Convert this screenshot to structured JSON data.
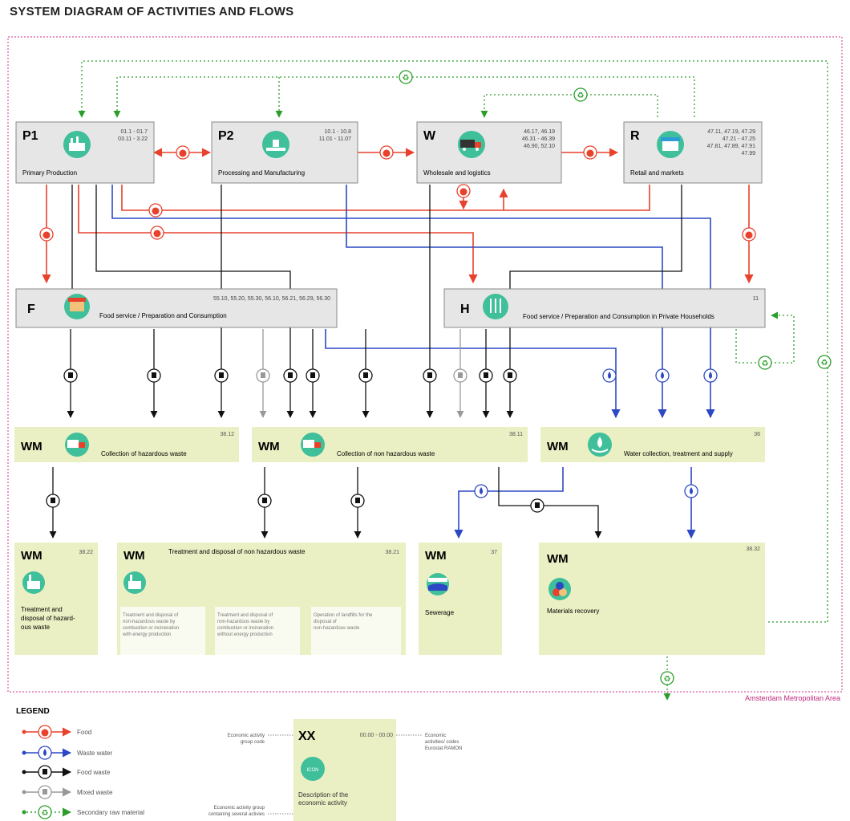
{
  "title": "SYSTEM DIAGRAM OF ACTIVITIES AND FLOWS",
  "region_label": "Amsterdam Metropolitan Area",
  "colors": {
    "food": "#e8412c",
    "waste_water": "#2c48c4",
    "food_waste": "#111111",
    "mixed_waste": "#9a9a9a",
    "secondary": "#2a9d2a",
    "activity_box": "#e6e6e6",
    "wm_box": "#eaf0c3",
    "border_pink": "#d0308a"
  },
  "activities": {
    "p1": {
      "code": "P1",
      "name": "Primary Production",
      "nace": [
        "01.1 - 01.7",
        "03.11 - 3.22"
      ],
      "icon": "factory-icon"
    },
    "p2": {
      "code": "P2",
      "name": "Processing and Manufacturing",
      "nace": [
        "10.1 - 10.8",
        "11.01 - 11.07"
      ],
      "icon": "conveyor-icon"
    },
    "w": {
      "code": "W",
      "name": "Wholesale and logistics",
      "nace": [
        "46.17, 46.19",
        "46.31 - 46.39",
        "46.90, 52.10"
      ],
      "icon": "truck-icon"
    },
    "r": {
      "code": "R",
      "name": "Retail and markets",
      "nace": [
        "47.11, 47.19, 47.29",
        "47.21 - 47.25",
        "47.81, 47.89, 47.91",
        "47.99"
      ],
      "icon": "shop-icon"
    },
    "f": {
      "code": "F",
      "name": "Food service / Preparation and Consumption",
      "nace": [
        "55.10, 55.20, 55.30, 56.10, 56.21, 56.29, 56.30"
      ],
      "icon": "building-icon"
    },
    "h": {
      "code": "H",
      "name": "Food service / Preparation and Consumption in Private Households",
      "nace": [
        "11"
      ],
      "icon": "cutlery-icon"
    }
  },
  "waste_management": {
    "hazardous": {
      "code": "WM",
      "name": "Collection of hazardous waste",
      "nace": "38.12",
      "icon": "waste-truck-icon"
    },
    "non_hazardous": {
      "code": "WM",
      "name": "Collection of non hazardous waste",
      "nace": "38.11",
      "icon": "waste-truck-icon"
    },
    "water": {
      "code": "WM",
      "name": "Water collection, treatment and supply",
      "nace": "36",
      "icon": "water-hand-icon"
    },
    "treat_hazardous": {
      "code": "WM",
      "name_lines": [
        "Treatment and",
        "disposal of hazard-",
        "ous waste"
      ],
      "nace": "38.22",
      "icon": "plant-icon"
    },
    "treat_non_hazardous": {
      "code": "WM",
      "name": "Treatment and disposal of non hazardous waste",
      "nace": "38.21",
      "icon": "plant-icon",
      "subs": [
        {
          "lines": [
            "Treatment and disposal of",
            "non-hazardous waste by",
            "combustion or incineration",
            "with energy production"
          ]
        },
        {
          "lines": [
            "Treatment and disposal of",
            "non-hazardous waste by",
            "combustion or incineration",
            "without energy production"
          ]
        },
        {
          "lines": [
            "Operation of landfills for the",
            "disposal of",
            "non-hazardous waste"
          ]
        }
      ]
    },
    "sewerage": {
      "code": "WM",
      "name": "Sewerage",
      "nace": "37",
      "icon": "sewer-icon"
    },
    "materials": {
      "code": "WM",
      "name": "Materials recovery",
      "nace": "38.32",
      "icon": "recycle-materials-icon"
    }
  },
  "legend": {
    "title": "LEGEND",
    "items": [
      {
        "label": "Food",
        "color": "#e8412c",
        "icon": "tomato-icon"
      },
      {
        "label": "Waste water",
        "color": "#2c48c4",
        "icon": "drop-icon"
      },
      {
        "label": "Food waste",
        "color": "#111111",
        "icon": "bin-icon"
      },
      {
        "label": "Mixed waste",
        "color": "#9a9a9a",
        "icon": "bin-icon"
      },
      {
        "label": "Secondary raw material",
        "color": "#2a9d2a",
        "icon": "recycle-icon"
      }
    ],
    "sample": {
      "code": "XX",
      "nace": "00.00 - 00.00",
      "icon_text": "ICON",
      "description_lines": [
        "Description of the",
        "economic activity"
      ],
      "note_code": [
        "Economic activity",
        "group code"
      ],
      "note_nace": [
        "Economic",
        "activities/ codes",
        "Eurostat RAMON"
      ],
      "note_group": [
        "Economic activity group",
        "containing several activies"
      ]
    }
  }
}
